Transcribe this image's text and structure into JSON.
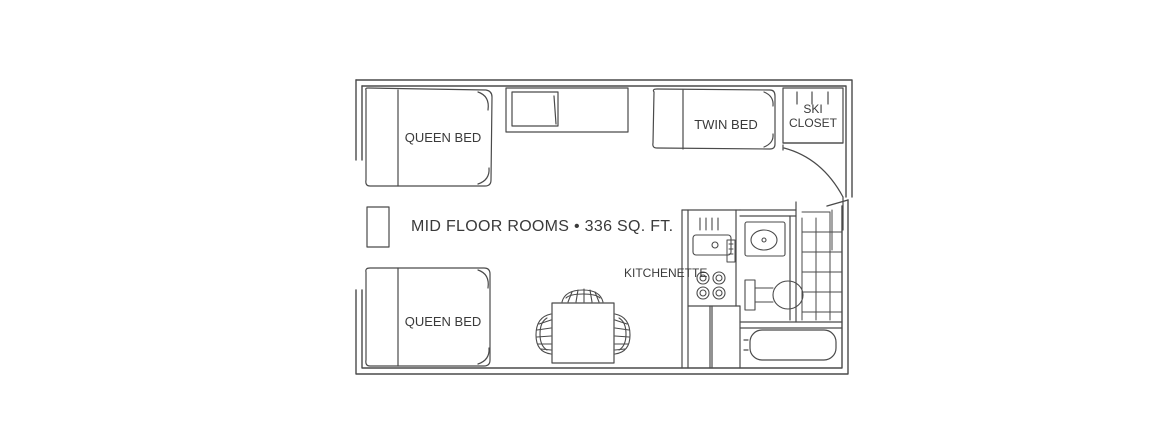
{
  "floorplan": {
    "title": "MID FLOOR ROOMS • 336 SQ. FT.",
    "labels": {
      "queen_bed_top": "QUEEN BED",
      "queen_bed_bottom": "QUEEN BED",
      "twin_bed": "TWIN BED",
      "ski_closet_line1": "SKI",
      "ski_closet_line2": "CLOSET",
      "kitchenette": "KITCHENETTE"
    },
    "colors": {
      "line": "#4a4a4a",
      "text": "#3a3a3a",
      "background": "#ffffff"
    }
  }
}
